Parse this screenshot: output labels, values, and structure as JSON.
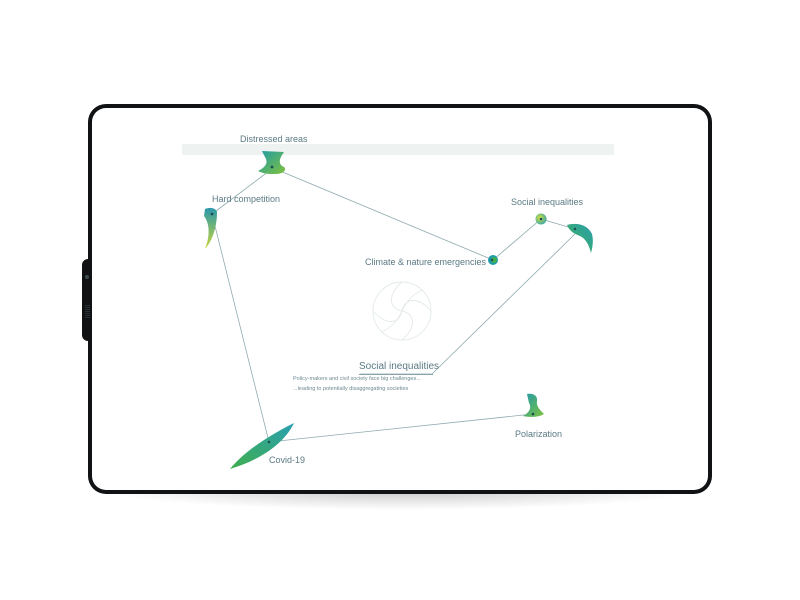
{
  "nodes": [
    {
      "id": "distressed-areas",
      "label": "Distressed areas"
    },
    {
      "id": "hard-competition",
      "label": "Hard competition"
    },
    {
      "id": "social-inequalities-top",
      "label": "Social inequalities"
    },
    {
      "id": "climate-nature",
      "label": "Climate & nature emergencies"
    },
    {
      "id": "covid-19",
      "label": "Covid-19"
    },
    {
      "id": "polarization",
      "label": "Polarization"
    }
  ],
  "info_panel": {
    "title": "Social inequalities",
    "line1": "Policy-makers and civil society face big challenges...",
    "line2": "...leading to potentially disaggregating societies"
  },
  "colors": {
    "line": "#8fa9ae",
    "label": "#5b7a84",
    "shape_teal": "#1f9aa8",
    "shape_green": "#7ec23d",
    "bezel": "#111214",
    "top_band": "#eef2f1"
  },
  "icons": {
    "center_logo": "circular-swirl-logo-icon",
    "camera": "camera-icon"
  }
}
